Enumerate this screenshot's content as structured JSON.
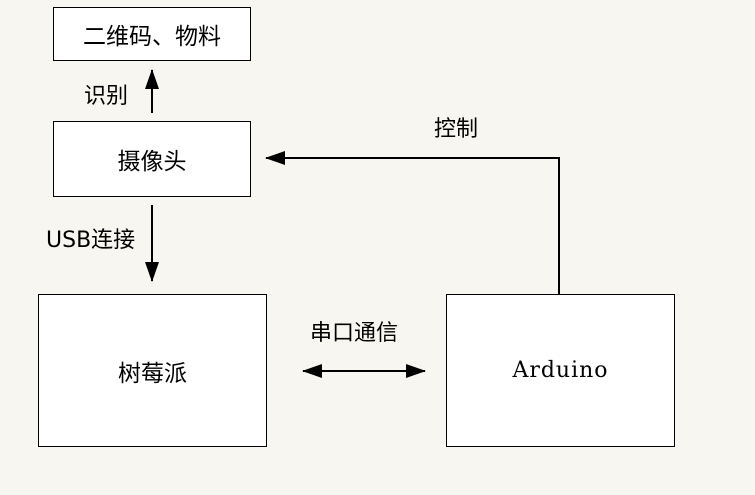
{
  "colors": {
    "background": "#f8f6f0",
    "box_fill": "#ffffff",
    "stroke": "#000000",
    "text": "#000000"
  },
  "nodes": {
    "qrcode": "二维码、物料",
    "camera": "摄像头",
    "raspberry_pi": "树莓派",
    "arduino": "Arduino"
  },
  "edges": {
    "camera_to_qrcode": "识别",
    "camera_to_raspberry_pi": "USB连接",
    "raspberry_pi_arduino": "串口通信",
    "arduino_to_camera": "控制"
  }
}
